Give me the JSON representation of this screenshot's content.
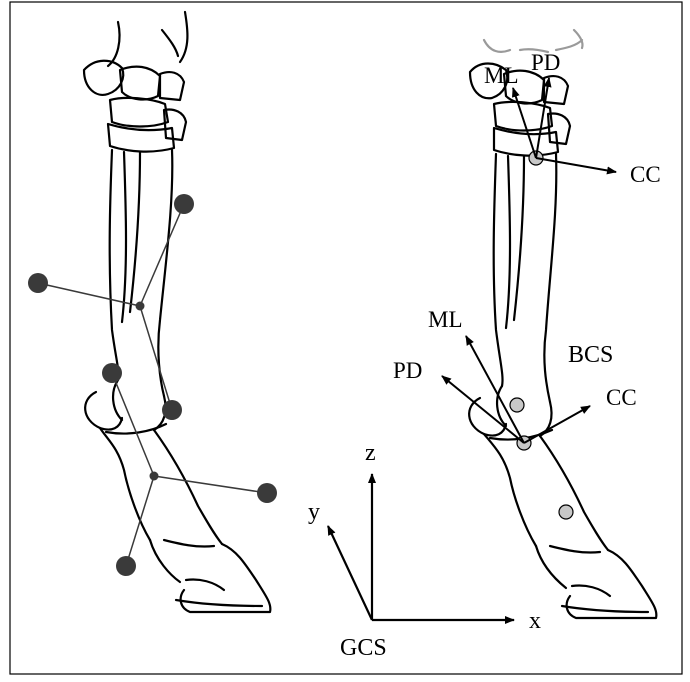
{
  "labels": {
    "proximal_ml": "ML",
    "proximal_pd": "PD",
    "proximal_cc": "CC",
    "distal_ml": "ML",
    "distal_pd": "PD",
    "distal_cc": "CC",
    "bcs": "BCS",
    "gcs": "GCS",
    "axis_x": "x",
    "axis_y": "y",
    "axis_z": "z"
  },
  "colors": {
    "bone_outline": "#000000",
    "marker_fill": "#3a3a3a",
    "joint_marker_fill": "#c8c8c8",
    "faded_outline": "#9a9a9a",
    "background": "#ffffff"
  }
}
